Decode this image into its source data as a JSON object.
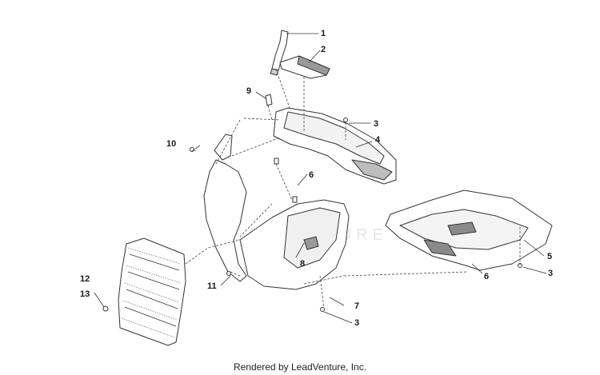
{
  "diagram": {
    "callouts": [
      {
        "id": "c1",
        "number": "1"
      },
      {
        "id": "c2",
        "number": "2"
      },
      {
        "id": "c3a",
        "number": "3"
      },
      {
        "id": "c3b",
        "number": "3"
      },
      {
        "id": "c3c",
        "number": "3"
      },
      {
        "id": "c4",
        "number": "4"
      },
      {
        "id": "c5",
        "number": "5"
      },
      {
        "id": "c6a",
        "number": "6"
      },
      {
        "id": "c6b",
        "number": "6"
      },
      {
        "id": "c7",
        "number": "7"
      },
      {
        "id": "c8",
        "number": "8"
      },
      {
        "id": "c9",
        "number": "9"
      },
      {
        "id": "c10",
        "number": "10"
      },
      {
        "id": "c11",
        "number": "11"
      },
      {
        "id": "c12",
        "number": "12"
      },
      {
        "id": "c13",
        "number": "13"
      }
    ]
  },
  "watermark": {
    "text": "LEADVENTURE"
  },
  "footer": {
    "credit": "Rendered by LeadVenture, Inc."
  },
  "colors": {
    "line": "#333333",
    "fill": "#ffffff",
    "shade": "#8a8a8a",
    "watermark": "#e6e6e6"
  }
}
